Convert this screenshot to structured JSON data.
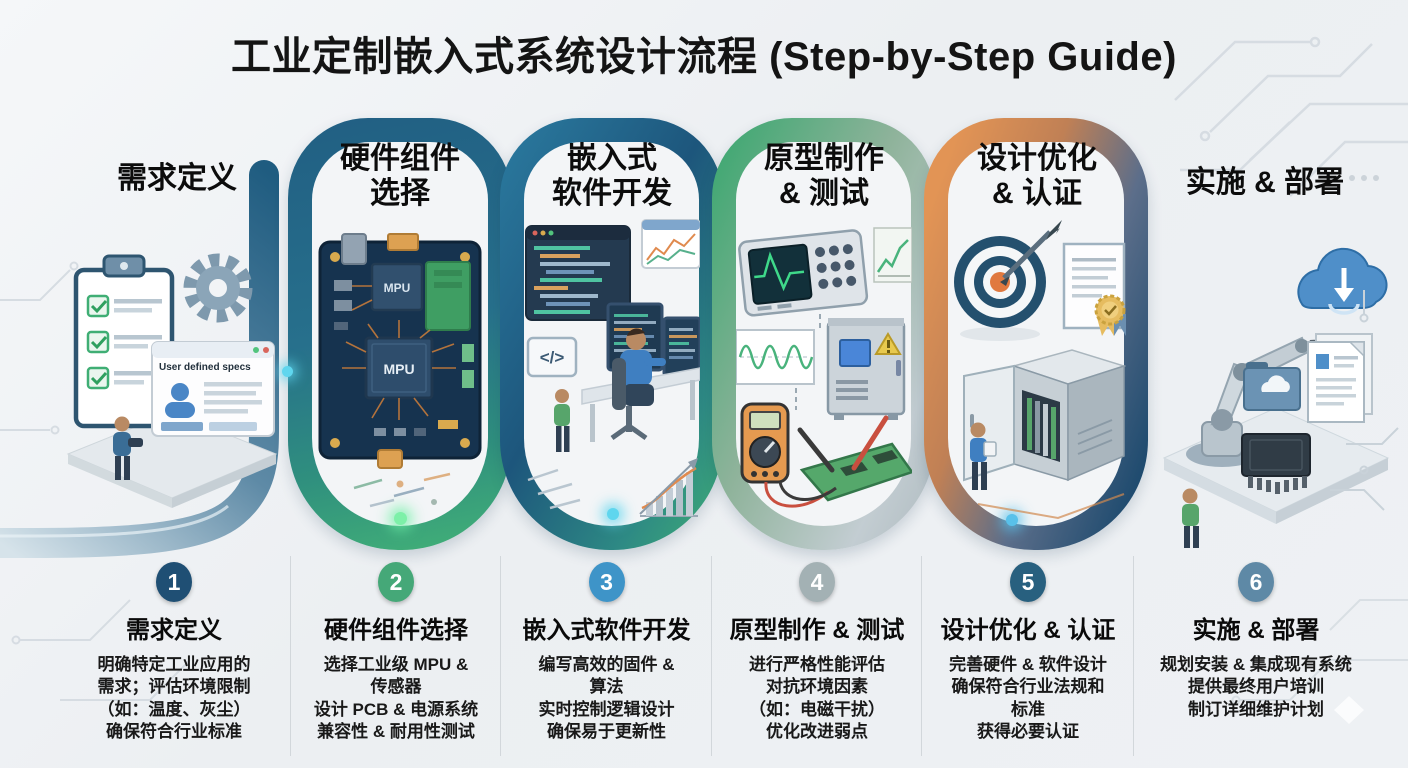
{
  "page": {
    "title": "工业定制嵌入式系统设计流程 (Step-by-Step Guide)"
  },
  "steps": [
    {
      "number": "1",
      "header_lines": [
        "需求定义"
      ],
      "bottom_title": "需求定义",
      "desc": [
        "明确特定工业应用的",
        "需求；评估环境限制",
        "（如：温度、灰尘）",
        "确保符合行业标准"
      ],
      "circle_color": "#1f4f74"
    },
    {
      "number": "2",
      "header_lines": [
        "硬件组件",
        "选择"
      ],
      "bottom_title": "硬件组件选择",
      "desc": [
        "选择工业级 MPU &",
        "传感器",
        "设计 PCB & 电源系统",
        "兼容性 & 耐用性测试"
      ],
      "circle_color": "#45a878"
    },
    {
      "number": "3",
      "header_lines": [
        "嵌入式",
        "软件开发"
      ],
      "bottom_title": "嵌入式软件开发",
      "desc": [
        "编写高效的固件 &",
        "算法",
        "实时控制逻辑设计",
        "确保易于更新性"
      ],
      "circle_color": "#3e94c8"
    },
    {
      "number": "4",
      "header_lines": [
        "原型制作",
        "& 测试"
      ],
      "bottom_title": "原型制作 & 测试",
      "desc": [
        "进行严格性能评估",
        "对抗环境因素",
        "（如：电磁干扰）",
        "优化改进弱点"
      ],
      "circle_color": "#a3b1b4"
    },
    {
      "number": "5",
      "header_lines": [
        "设计优化",
        "& 认证"
      ],
      "bottom_title": "设计优化 & 认证",
      "desc": [
        "完善硬件 & 软件设计",
        "确保符合行业法规和",
        "标准",
        "获得必要认证"
      ],
      "circle_color": "#28607f"
    },
    {
      "number": "6",
      "header_lines": [
        "实施 & 部署"
      ],
      "bottom_title": "实施 & 部署",
      "desc": [
        "规划安装 & 集成现有系统",
        "提供最终用户培训",
        "制订详细维护计划"
      ],
      "circle_color": "#5e89a6"
    }
  ],
  "illustrations": {
    "specs_card_title": "User defined specs",
    "mpu_chip_label_small": "MPU",
    "mpu_chip_label_large": "MPU",
    "code_badge": "</>"
  },
  "colors": {
    "tube_blue": "#215f83",
    "tube_green": "#43b277",
    "tube_silver": "#c3cdd2",
    "tube_orange": "#e29455",
    "tube_navy": "#1d4a6e",
    "glow_green": "#7df0a8",
    "glow_cyan": "#5fd6ee",
    "background": "#eef1f4"
  }
}
